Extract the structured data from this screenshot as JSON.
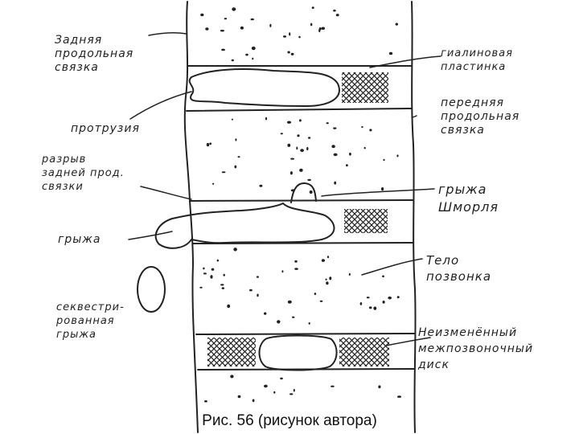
{
  "labels": {
    "posterior_ligament": "Задняя\nпродольная\nсвязка",
    "protrusion": "протрузия",
    "posterior_ligament_rupture": "разрыв\nзадней прод.\nсвязки",
    "hernia": "грыжа",
    "sequestered_hernia": "секвестри-\nрованная\nгрыжа",
    "hyaline_plate": "гиалиновая\nпластинка",
    "anterior_ligament": "передняя\nпродольная\nсвязка",
    "schmorl_hernia": "грыжа\nШморля",
    "vertebral_body": "Тело\nпозвонка",
    "intact_disc": "Неизменённый\nмежпозвоночный\nдиск"
  },
  "caption": "Рис. 56 (рисунок автора)"
}
